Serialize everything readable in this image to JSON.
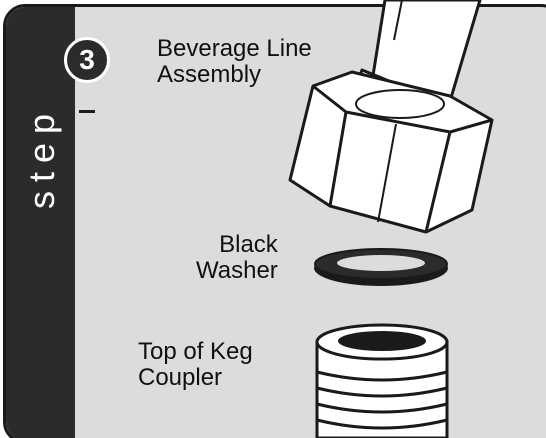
{
  "step": {
    "number": "3",
    "word": "step"
  },
  "labels": {
    "beverage_line": [
      "Beverage Line",
      "Assembly"
    ],
    "black_washer": [
      "Black",
      "Washer"
    ],
    "keg_coupler": [
      "Top of Keg",
      "Coupler"
    ]
  },
  "colors": {
    "panel_background": "#dcdcdc",
    "step_bar": "#2b2b2b",
    "outline": "#1a1a1a",
    "part_fill": "#ffffff",
    "washer": "#1a1a1a"
  }
}
